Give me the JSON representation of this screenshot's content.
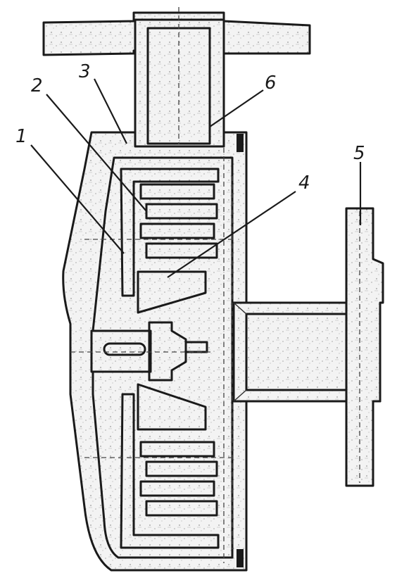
{
  "diagram": {
    "callouts": [
      {
        "id": "1",
        "label": "1"
      },
      {
        "id": "2",
        "label": "2"
      },
      {
        "id": "3",
        "label": "3"
      },
      {
        "id": "4",
        "label": "4"
      },
      {
        "id": "5",
        "label": "5"
      },
      {
        "id": "6",
        "label": "6"
      }
    ]
  },
  "colors": {
    "ink": "#1a1a1a",
    "paper": "#ffffff",
    "shade": "#d9d9d9"
  }
}
